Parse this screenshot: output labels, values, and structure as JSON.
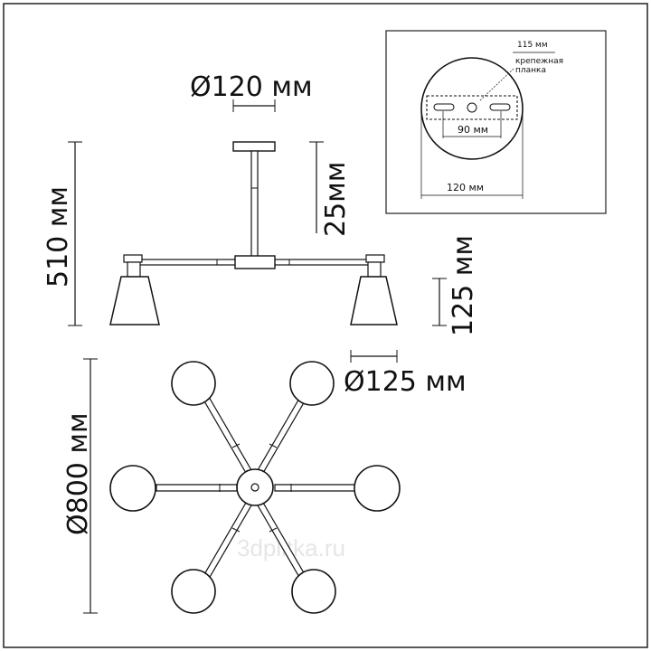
{
  "dimensions": {
    "canopy_diameter": "Ø120 мм",
    "rod_length": "25мм",
    "total_height": "510 мм",
    "shade_height": "125 мм",
    "shade_diameter": "Ø125 мм",
    "total_diameter": "Ø800 мм"
  },
  "mounting_detail": {
    "slot_spacing": "115 мм",
    "bracket_label_line1": "крепежная",
    "bracket_label_line2": "планка",
    "hole_spacing": "90 мм",
    "canopy_width": "120 мм"
  },
  "watermark": "3dplitka.ru"
}
